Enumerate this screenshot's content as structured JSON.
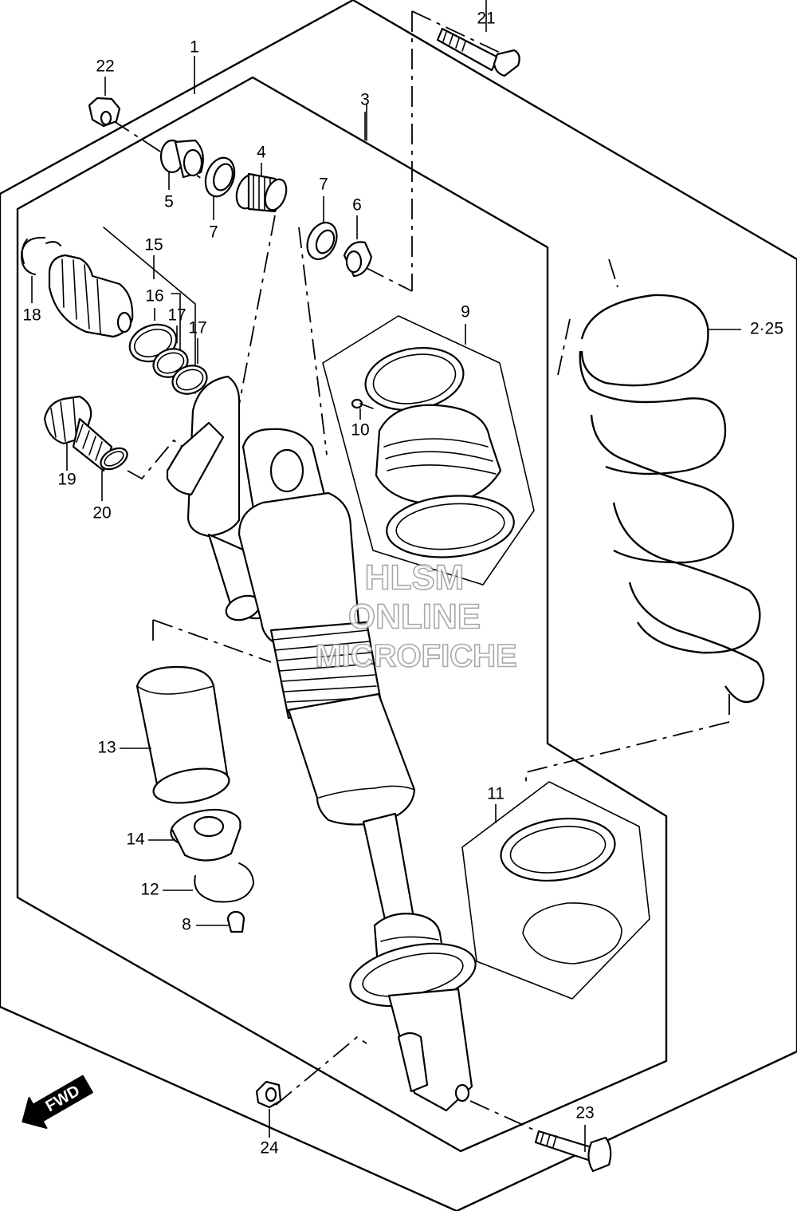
{
  "callouts": {
    "p1": "1",
    "p2_25": "2·25",
    "p3": "3",
    "p4": "4",
    "p5": "5",
    "p6": "6",
    "p7a": "7",
    "p7b": "7",
    "p8": "8",
    "p9": "9",
    "p10": "10",
    "p11": "11",
    "p12": "12",
    "p13": "13",
    "p14": "14",
    "p15": "15",
    "p16": "16",
    "p17a": "17",
    "p17b": "17",
    "p18": "18",
    "p19": "19",
    "p20": "20",
    "p21": "21",
    "p22": "22",
    "p23": "23",
    "p24": "24"
  },
  "watermark": {
    "line1": "HLSM",
    "line2": "ONLINE",
    "line3": "MICROFICHE"
  },
  "direction": {
    "label": "FWD"
  }
}
